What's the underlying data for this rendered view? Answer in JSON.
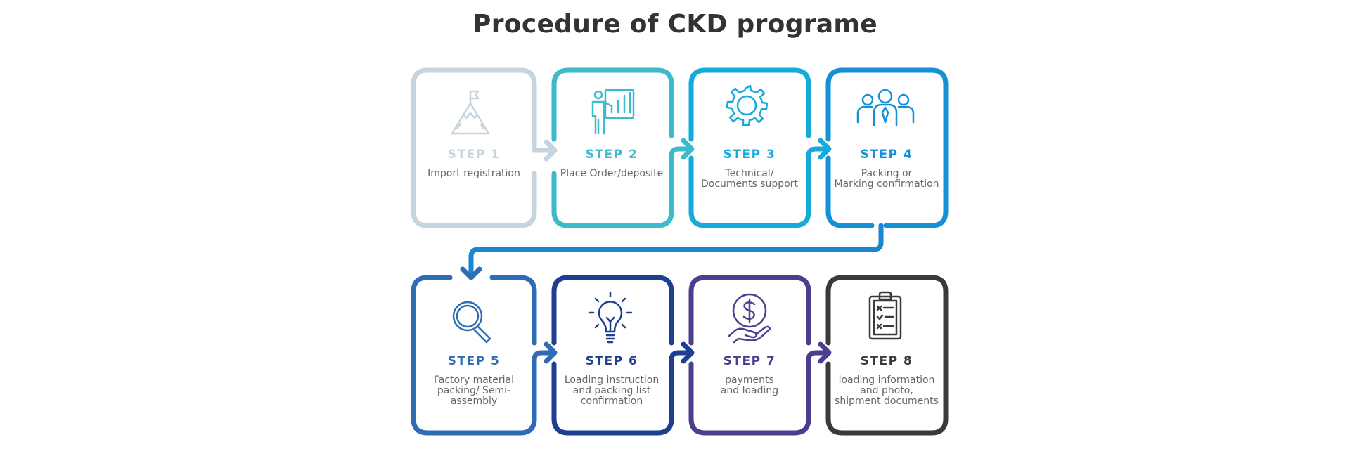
{
  "title": "Procedure of CKD programe",
  "steps": [
    {
      "label": "STEP 1",
      "desc": "Import registration",
      "color": "#c5d5dd",
      "icon": "mountain-flag-icon"
    },
    {
      "label": "STEP 2",
      "desc": "Place Order/deposite",
      "color": "#3dbbcc",
      "icon": "presentation-chart-icon"
    },
    {
      "label": "STEP 3",
      "desc": "Technical/\nDocuments support",
      "color": "#16a9dc",
      "icon": "gear-icon"
    },
    {
      "label": "STEP 4",
      "desc": "Packing or\nMarking confirmation",
      "color": "#1391d4",
      "icon": "team-icon"
    },
    {
      "label": "STEP 5",
      "desc": "Factory material\npacking/ Semi-\nassembly",
      "color": "#2f6cb6",
      "icon": "magnifier-icon"
    },
    {
      "label": "STEP 6",
      "desc": "Loading instruction\nand packing list\nconfirmation",
      "color": "#1e3f91",
      "icon": "lightbulb-icon"
    },
    {
      "label": "STEP 7",
      "desc": "payments\nand loading",
      "color": "#4a3f8f",
      "icon": "money-hand-icon"
    },
    {
      "label": "STEP 8",
      "desc": "loading information\nand photo,\nshipment documents",
      "color": "#3a3a3a",
      "icon": "clipboard-checklist-icon"
    }
  ]
}
